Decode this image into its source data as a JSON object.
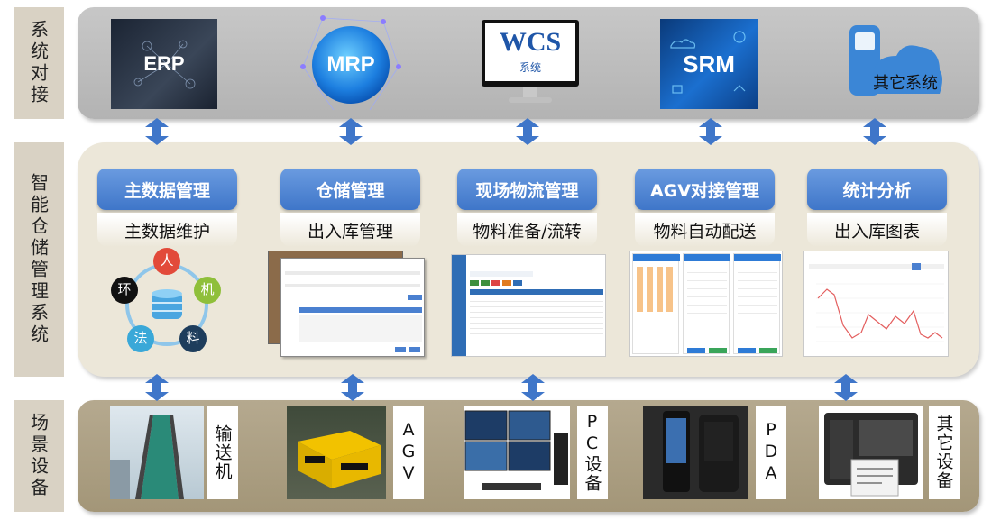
{
  "side_labels": {
    "top": "系统对接",
    "middle": "智能仓储管理系统",
    "bottom": "场景设备"
  },
  "systems": {
    "erp": "ERP",
    "mrp": "MRP",
    "wcs": "WCS",
    "wcs_sub": "系统",
    "srm": "SRM",
    "other": "其它系统"
  },
  "modules": [
    {
      "title": "主数据管理",
      "subtitle": "主数据维护"
    },
    {
      "title": "仓储管理",
      "subtitle": "出入库管理"
    },
    {
      "title": "现场物流管理",
      "subtitle": "物料准备/流转"
    },
    {
      "title": "AGV对接管理",
      "subtitle": "物料自动配送"
    },
    {
      "title": "统计分析",
      "subtitle": "出入库图表"
    }
  ],
  "five_factors": {
    "ren": "人",
    "ji": "机",
    "liao": "料",
    "fa": "法",
    "huan": "环"
  },
  "devices": [
    {
      "label": "输送机"
    },
    {
      "label": "AGV"
    },
    {
      "label": "PC设备"
    },
    {
      "label": "PDA"
    },
    {
      "label": "其它设备"
    }
  ],
  "colors": {
    "module_blue": "#4a80d0",
    "arrow_blue": "#3f76c9",
    "mid_bg": "#ece7d9",
    "top_bg": "#bdbdbd",
    "bottom_bg": "#ab9f82"
  }
}
